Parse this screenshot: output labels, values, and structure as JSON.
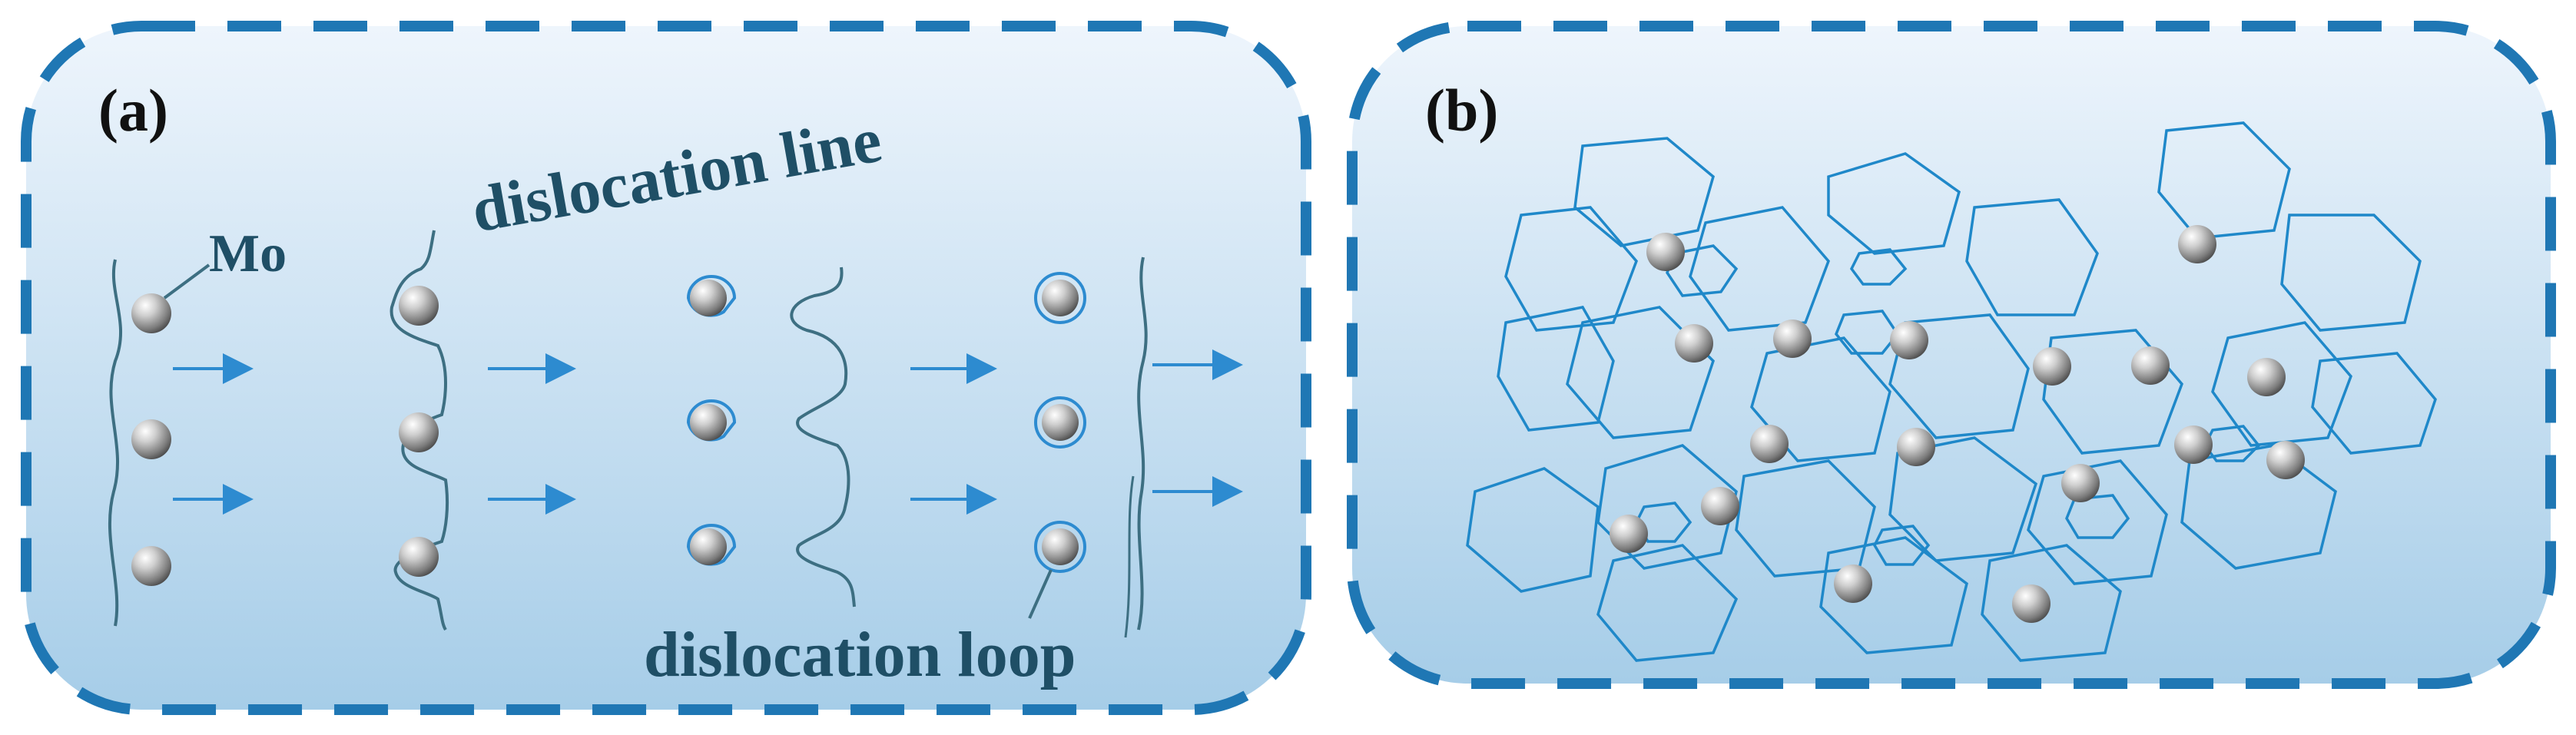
{
  "panel_a": {
    "label": "(a)",
    "annotations": {
      "mo": "Mo",
      "dislocation_line": "dislocation line",
      "dislocation_loop": "dislocation loop"
    }
  },
  "panel_b": {
    "label": "(b)"
  },
  "colors": {
    "panel_border": "#1f77b4",
    "panel_fill_top": "#e7f1fa",
    "panel_fill_bottom": "#a8cfe9",
    "line": "#3d6f82",
    "arrow": "#2d8bd0",
    "grain": "#1f88c9",
    "annotation_text": "#1f4f66",
    "panel_label": "#111111"
  }
}
